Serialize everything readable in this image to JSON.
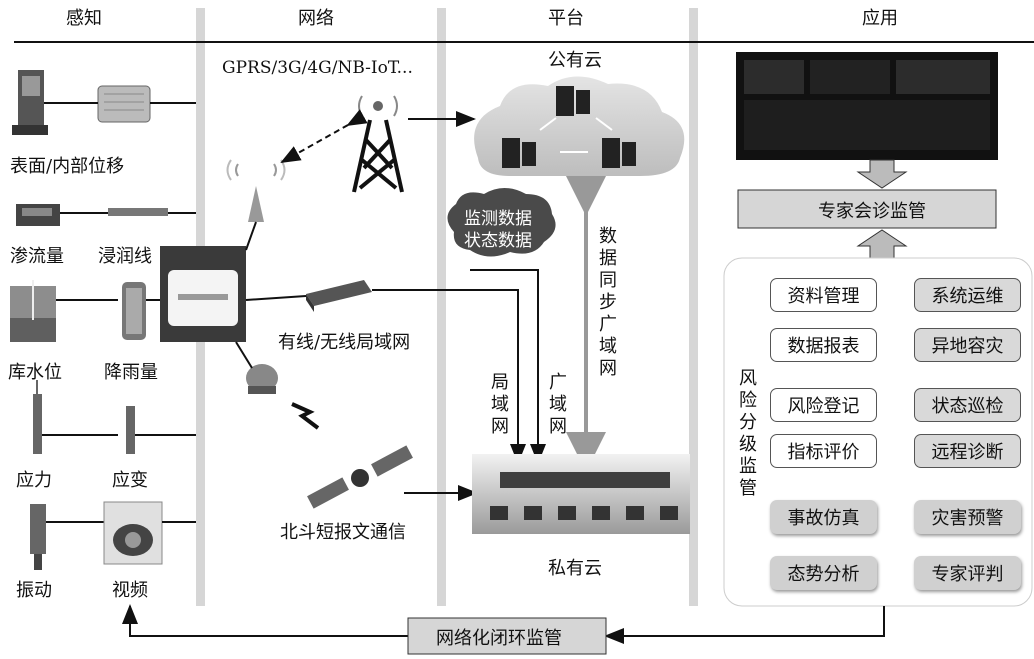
{
  "columns": [
    "感知",
    "网络",
    "平台",
    "应用"
  ],
  "sensing": {
    "surface_internal": "表面/内部位移",
    "seepage": "渗流量",
    "saturation_line": "浸润线",
    "water_level": "库水位",
    "rainfall": "降雨量",
    "stress": "应力",
    "strain": "应变",
    "vibration": "振动",
    "video": "视频"
  },
  "network": {
    "cellular": "GPRS/3G/4G/NB-IoT...",
    "lan": "有线/无线局域网",
    "beidou": "北斗短报文通信"
  },
  "platform": {
    "public_cloud": "公有云",
    "private_cloud": "私有云",
    "cloud_data_1": "监测数据",
    "cloud_data_2": "状态数据",
    "data_sync": "数据同步广域网",
    "lan_link": "局域网",
    "wan_link": "广域网"
  },
  "application": {
    "expert_consult": "专家会诊监管",
    "risk_vertical": "风险分级监管",
    "functions_left": [
      "资料管理",
      "数据报表",
      "风险登记",
      "指标评价",
      "事故仿真",
      "态势分析"
    ],
    "functions_right": [
      "系统运维",
      "异地容灾",
      "状态巡检",
      "远程诊断",
      "灾害预警",
      "专家评判"
    ]
  },
  "closed_loop": "网络化闭环监管"
}
